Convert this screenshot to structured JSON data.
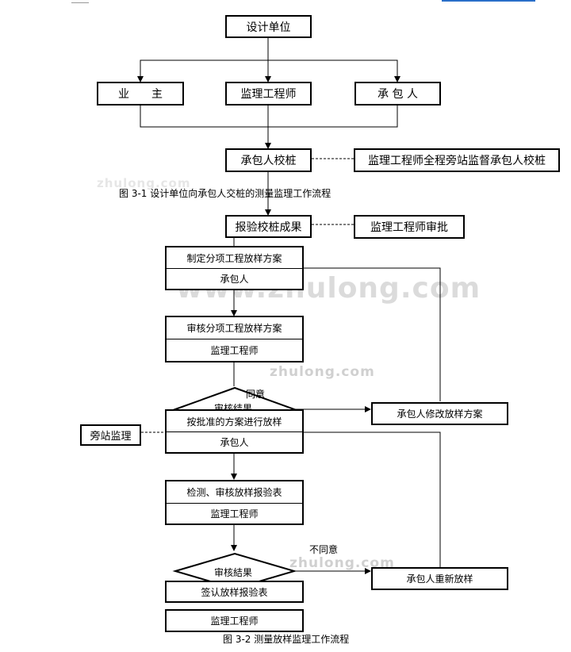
{
  "flow1": {
    "design_unit": "设计单位",
    "owner": "业　　主",
    "supervisor": "监理工程师",
    "contractor": "承 包 人",
    "stake_check": "承包人校桩",
    "stake_note": "监理工程师全程旁站监督承包人校桩",
    "caption": "图 3-1 设计单位向承包人交桩的测量监理工作流程"
  },
  "flow2": {
    "report_result": "报验校桩成果",
    "approval": "监理工程师审批",
    "plan_make": "制定分项工程放样方案",
    "plan_make_role": "承包人",
    "plan_review": "审核分项工程放样方案",
    "plan_review_role": "监理工程师",
    "review_result_1": "审核结果",
    "agree": "同意",
    "modify_plan": "承包人修改放样方案",
    "execute": "按批准的方案进行放样",
    "execute_role": "承包人",
    "side_supervision": "旁站监理",
    "inspect": "检测、审核放样报验表",
    "inspect_role": "监理工程师",
    "disagree": "不同意",
    "review_result_2": "审核結果",
    "redo": "承包人重新放样",
    "sign": "签认放样报验表",
    "sign_role": "监理工程师",
    "caption": "图 3-2 测量放样监理工作流程"
  },
  "watermarks": [
    "zhulong.com",
    "www.zhulong.com",
    "zhulong.com",
    "zhulong.com"
  ]
}
